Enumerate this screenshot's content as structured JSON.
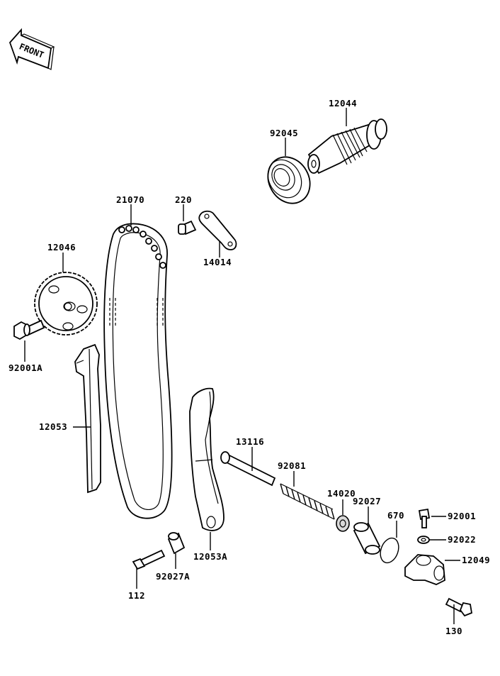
{
  "orientation": {
    "label": "FRONT"
  },
  "parts": [
    {
      "id": "p12044",
      "number": "12044"
    },
    {
      "id": "p92045",
      "number": "92045"
    },
    {
      "id": "p21070",
      "number": "21070"
    },
    {
      "id": "p220",
      "number": "220"
    },
    {
      "id": "p14014",
      "number": "14014"
    },
    {
      "id": "p12046",
      "number": "12046"
    },
    {
      "id": "p92001A",
      "number": "92001A"
    },
    {
      "id": "p12053",
      "number": "12053"
    },
    {
      "id": "p13116",
      "number": "13116"
    },
    {
      "id": "p92081",
      "number": "92081"
    },
    {
      "id": "p14020",
      "number": "14020"
    },
    {
      "id": "p92027",
      "number": "92027"
    },
    {
      "id": "p670",
      "number": "670"
    },
    {
      "id": "p92001",
      "number": "92001"
    },
    {
      "id": "p92022",
      "number": "92022"
    },
    {
      "id": "p12049",
      "number": "12049"
    },
    {
      "id": "p12053A",
      "number": "12053A"
    },
    {
      "id": "p92027A",
      "number": "92027A"
    },
    {
      "id": "p112",
      "number": "112"
    },
    {
      "id": "p130",
      "number": "130"
    }
  ]
}
